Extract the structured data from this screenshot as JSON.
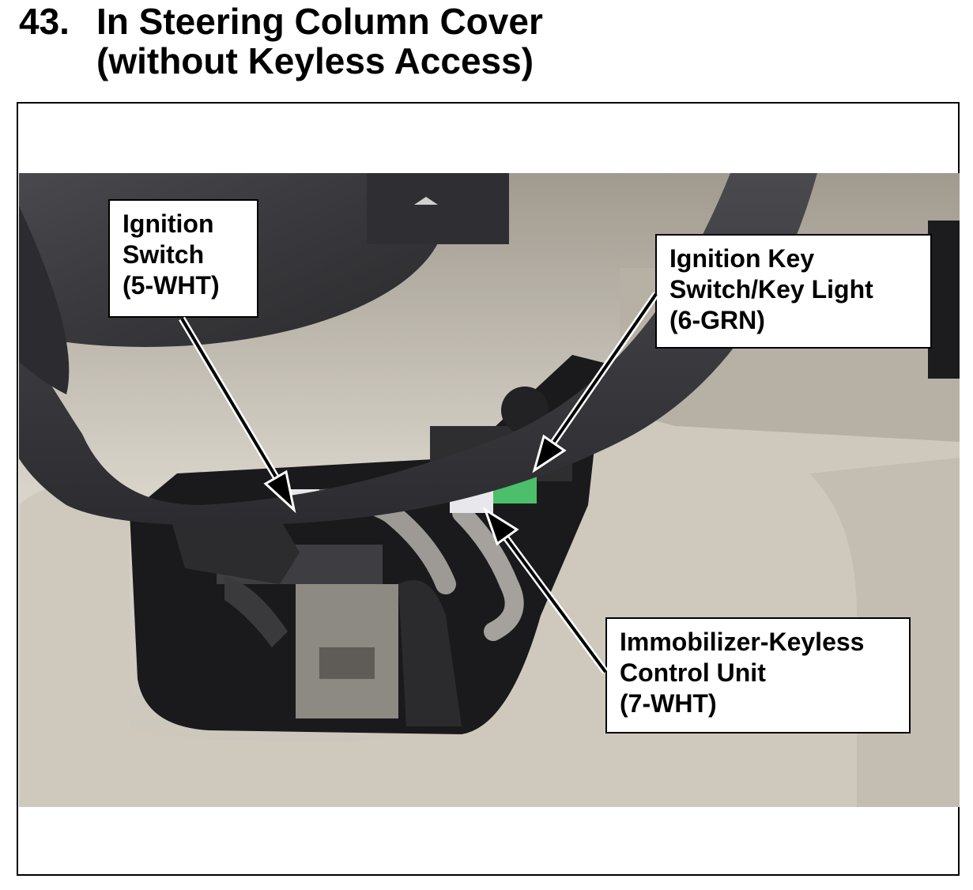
{
  "title": {
    "number": "43.",
    "line1": "In Steering Column Cover",
    "line2": "(without Keyless Access)"
  },
  "callouts": [
    {
      "lines": [
        "Ignition",
        "Switch",
        "(5-WHT)"
      ]
    },
    {
      "lines": [
        "Ignition Key",
        "Switch/Key Light",
        "(6-GRN)"
      ]
    },
    {
      "lines": [
        "Immobilizer-Keyless",
        "Control Unit",
        "(7-WHT)"
      ]
    }
  ],
  "colors": {
    "connector_white": "#e8e8ec",
    "connector_green": "#4dbf6a",
    "connector_orange": "#f07f3c"
  }
}
